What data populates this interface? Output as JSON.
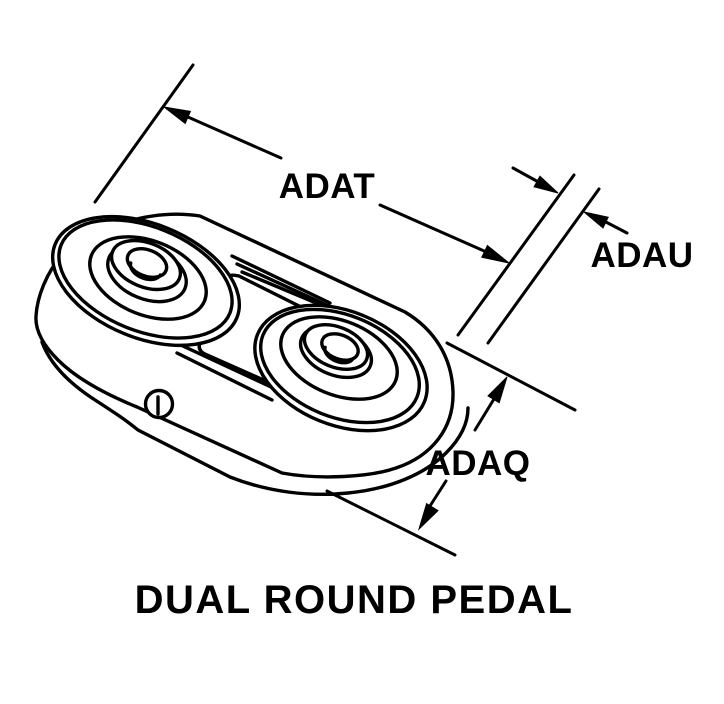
{
  "figure": {
    "title": "DUAL ROUND PEDAL",
    "labels": {
      "adat": "ADAT",
      "adau": "ADAU",
      "adaq": "ADAQ"
    }
  },
  "colors": {
    "line": "#000000",
    "background": "#ffffff"
  }
}
